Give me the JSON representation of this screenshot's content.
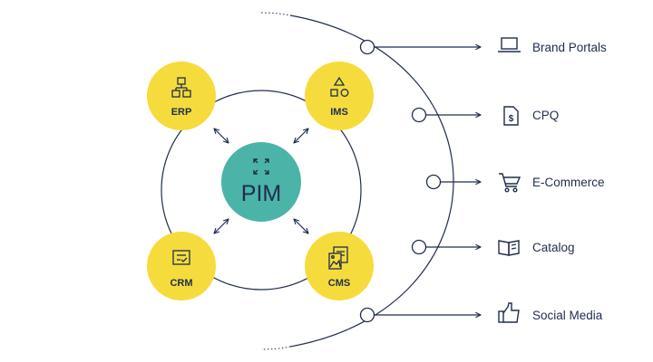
{
  "colors": {
    "ink": "#1f2d4d",
    "yellow": "#f5dc3c",
    "teal": "#4cb3a8",
    "background": "#ffffff"
  },
  "center": {
    "label": "PIM",
    "icon": "expand-arrows-icon"
  },
  "sources": [
    {
      "label": "ERP",
      "icon": "org-chart-icon"
    },
    {
      "label": "IMS",
      "icon": "shapes-icon"
    },
    {
      "label": "CRM",
      "icon": "checklist-icon"
    },
    {
      "label": "CMS",
      "icon": "image-documents-icon"
    }
  ],
  "channels": [
    {
      "label": "Brand Portals",
      "icon": "laptop-icon"
    },
    {
      "label": "CPQ",
      "icon": "dollar-document-icon"
    },
    {
      "label": "E-Commerce",
      "icon": "shopping-cart-icon"
    },
    {
      "label": "Catalog",
      "icon": "open-book-icon"
    },
    {
      "label": "Social Media",
      "icon": "thumbs-up-icon"
    }
  ]
}
